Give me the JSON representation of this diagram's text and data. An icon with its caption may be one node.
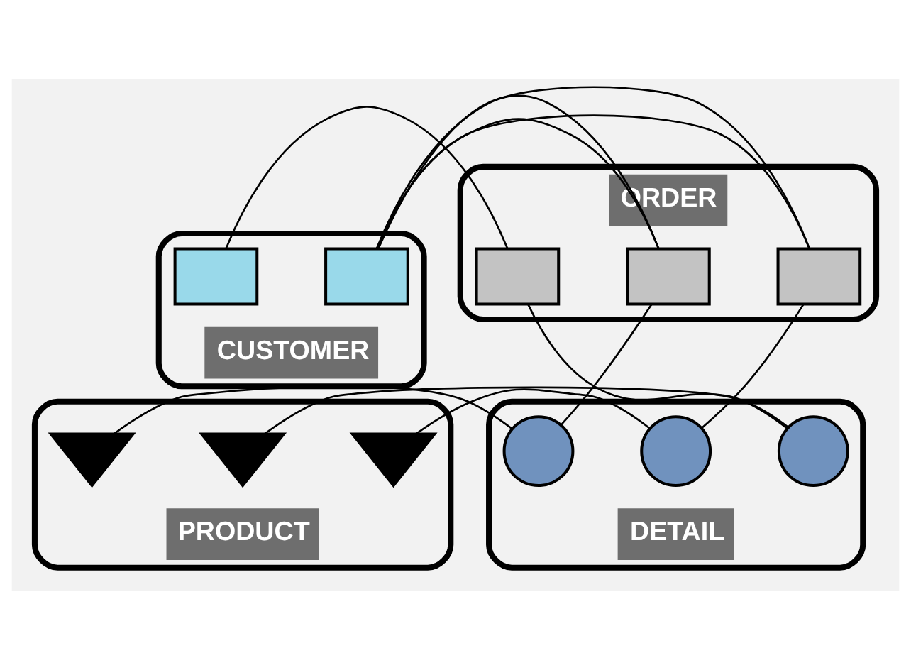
{
  "diagram": {
    "nodes": [
      {
        "text": [
          "CUSTOMER"
        ]
      },
      {
        "text": [],
        "shape": "box",
        "in": 0
      },
      {
        "text": [],
        "shape": "box",
        "in": 0
      },
      {
        "text": [
          "ORDER"
        ]
      },
      {
        "text": [],
        "shape": "box",
        "in": 3
      },
      {
        "text": [],
        "shape": "box",
        "in": 3
      },
      {
        "text": [],
        "shape": "box",
        "in": 3
      },
      {
        "text": [
          "PRODUCT"
        ]
      },
      {
        "text": [],
        "shape": "triangle",
        "in": 7
      },
      {
        "text": [],
        "shape": "triangle",
        "in": 7
      },
      {
        "text": [],
        "shape": "triangle",
        "in": 7
      },
      {
        "text": [
          "DETAIL"
        ]
      },
      {
        "text": [],
        "shape": "circle",
        "in": 11
      },
      {
        "text": [],
        "shape": "circle",
        "in": 11
      },
      {
        "text": [],
        "shape": "circle",
        "in": 11
      }
    ],
    "edges": [
      {
        "from": 1,
        "to": 4,
        "arrow": "none"
      },
      {
        "from": 2,
        "to": 6,
        "arrow": "none"
      },
      {
        "from": 2,
        "to": 5,
        "arrow": "none"
      },
      {
        "from": 5,
        "to": 12,
        "arrow": "none"
      },
      {
        "from": 4,
        "to": 14,
        "arrow": "none"
      },
      {
        "from": 6,
        "to": 13,
        "arrow": "none"
      },
      {
        "from": 12,
        "to": 8,
        "arrow": "none"
      },
      {
        "from": 13,
        "to": 10,
        "arrow": "none"
      },
      {
        "from": 14,
        "to": 9,
        "arrow": "none"
      }
    ]
  }
}
